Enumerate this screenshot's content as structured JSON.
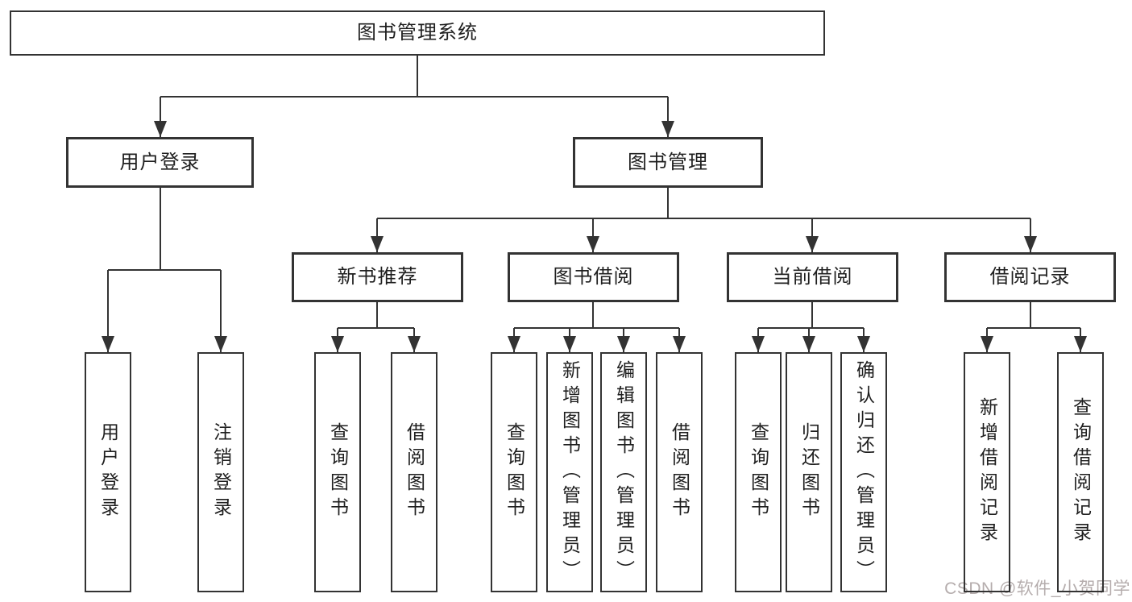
{
  "colors": {
    "background": "#ffffff",
    "line": "#333333",
    "text": "#1f1f1f",
    "watermark": "#b5adad"
  },
  "root": {
    "label": "图书管理系统"
  },
  "level2": {
    "user_login": "用户登录",
    "book_management": "图书管理"
  },
  "level3": {
    "new_book_recommend": "新书推荐",
    "book_borrow": "图书借阅",
    "current_borrow": "当前借阅",
    "borrow_records": "借阅记录"
  },
  "leaves": {
    "user_login_group": [
      "用户登录",
      "注销登录"
    ],
    "recommend_group": [
      "查询图书",
      "借阅图书"
    ],
    "borrow_group": [
      "查询图书",
      "新增图书（管理员）",
      "编辑图书（管理员）",
      "借阅图书"
    ],
    "current_group": [
      "查询图书",
      "归还图书",
      "确认归还（管理员）"
    ],
    "records_group": [
      "新增借阅记录",
      "查询借阅记录"
    ]
  },
  "watermark": {
    "text": "CSDN @软件_小贺同学"
  }
}
